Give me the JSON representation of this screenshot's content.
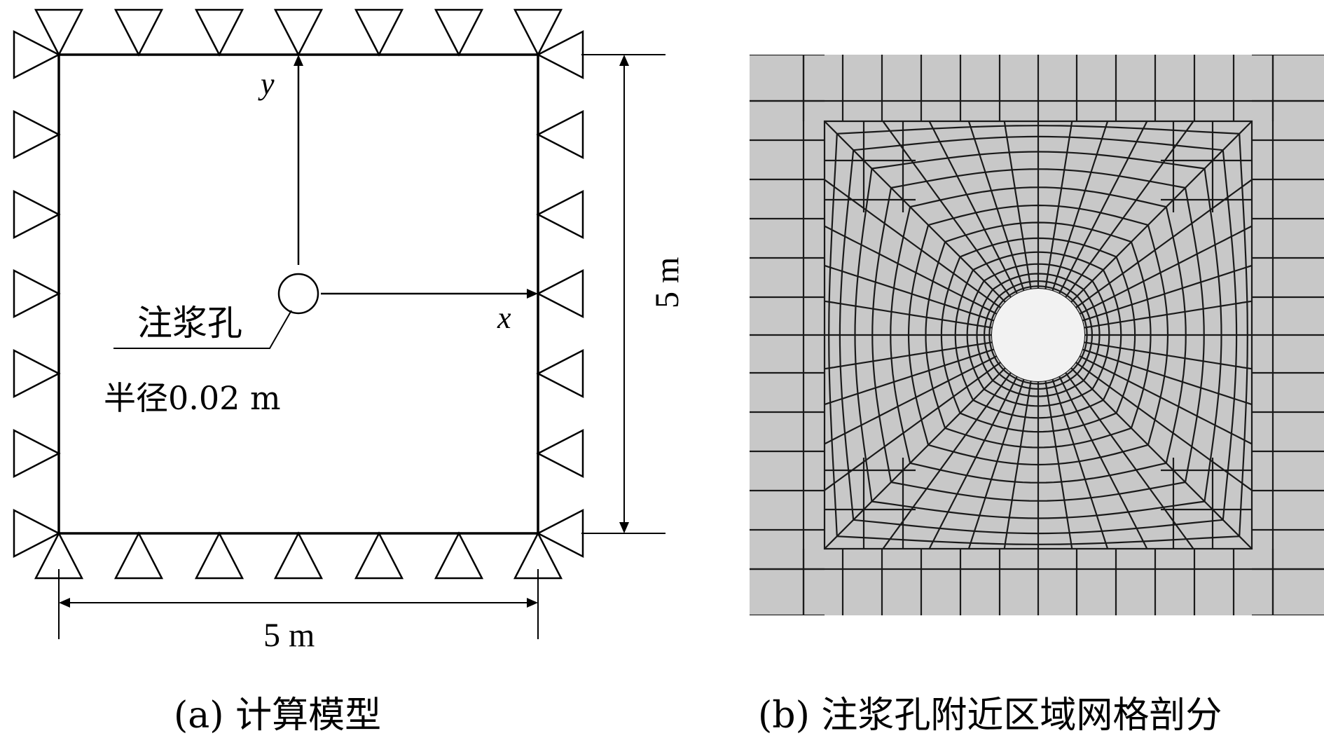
{
  "panel_a": {
    "axis_y_label": "y",
    "axis_x_label": "x",
    "hole_label": "注浆孔",
    "radius_label": "半径0.02 m",
    "width_dim": "5 m",
    "height_dim": "5 m",
    "caption": "(a) 计算模型"
  },
  "panel_b": {
    "caption": "(b) 注浆孔附近区域网格剖分",
    "mesh_fill": "#c8c8c8",
    "hole_fill": "#f2f2f2",
    "line_color": "#1a1a1a"
  }
}
